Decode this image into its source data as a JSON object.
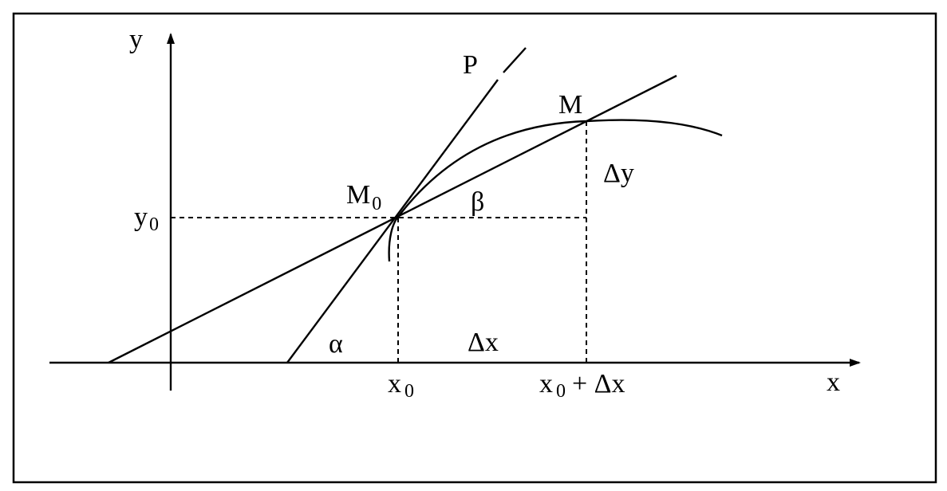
{
  "labels": {
    "y_axis": "y",
    "x_axis": "x",
    "tangent": "P",
    "point_m": "M",
    "point_m0_base": "M",
    "point_m0_sub": "0",
    "y0_base": "y",
    "y0_sub": "0",
    "x0_base": "x",
    "x0_sub": "0",
    "x0dx_base": "x",
    "x0dx_sub": "0",
    "x0dx_rest": "+ Δx",
    "alpha": "α",
    "beta": "β",
    "delta_x": "Δx",
    "delta_y": "Δy"
  }
}
